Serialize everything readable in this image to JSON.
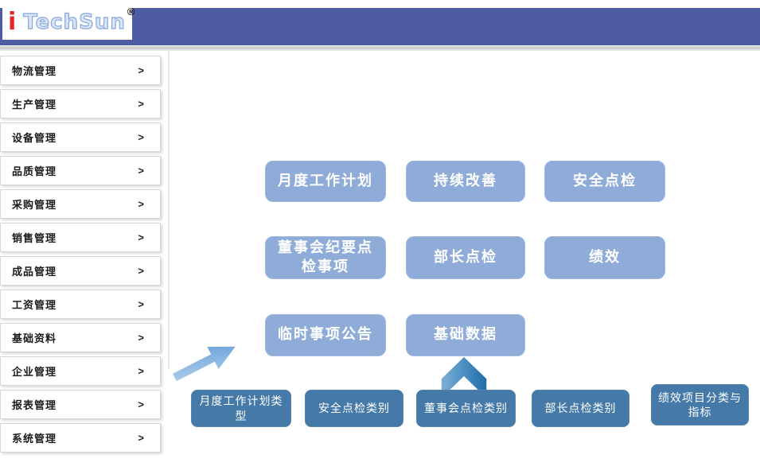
{
  "logo": {
    "mark": "i",
    "brand": "TechSun",
    "registered": "®"
  },
  "sidebar": {
    "chevron": ">",
    "items": [
      {
        "label": "物流管理"
      },
      {
        "label": "生产管理"
      },
      {
        "label": "设备管理"
      },
      {
        "label": "品质管理"
      },
      {
        "label": "采购管理"
      },
      {
        "label": "销售管理"
      },
      {
        "label": "成品管理"
      },
      {
        "label": "工资管理"
      },
      {
        "label": "基础资料"
      },
      {
        "label": "企业管理"
      },
      {
        "label": "报表管理"
      },
      {
        "label": "系统管理"
      }
    ]
  },
  "main": {
    "light_tiles": [
      {
        "label": "月度工作计划"
      },
      {
        "label": "持续改善"
      },
      {
        "label": "安全点检"
      },
      {
        "label": "董事会纪要点检事项"
      },
      {
        "label": "部长点检"
      },
      {
        "label": "绩效"
      },
      {
        "label": "临时事项公告"
      },
      {
        "label": "基础数据"
      }
    ],
    "dark_tiles": [
      {
        "label": "月度工作计划类型"
      },
      {
        "label": "安全点检类别"
      },
      {
        "label": "董事会点检类别"
      },
      {
        "label": "部长点检类别"
      },
      {
        "label": "绩效项目分类与指标"
      }
    ],
    "icons": [
      {
        "name": "arrow-up-right-icon"
      },
      {
        "name": "arrow-up-icon"
      }
    ]
  },
  "colors": {
    "header_blue": "#4D5CA3",
    "logo_red": "#E3242B",
    "logo_blue_fill": "#D9E6F8",
    "tile_light": "#8FACD9",
    "tile_dark": "#4579A7",
    "arrow_light": "#B9D4EE",
    "arrow_dark": "#5E9BD3",
    "chevron_left": "#7FB0D6",
    "chevron_right": "#1E6CA8"
  }
}
